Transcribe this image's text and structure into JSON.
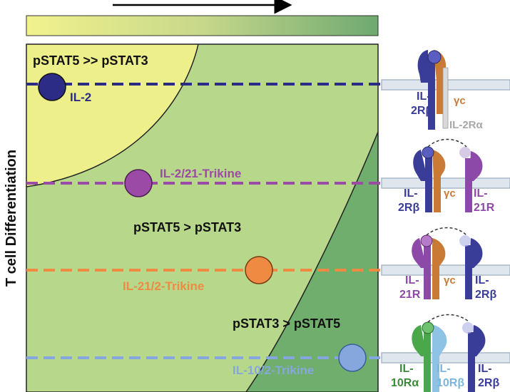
{
  "colors": {
    "zone_light": "#ecef8a",
    "zone_mid": "#b7d88a",
    "zone_dark": "#6fae6c",
    "il2": "#2c2c86",
    "il2_21": "#9b4aa5",
    "il21_2": "#ef8a43",
    "il10_2": "#86a7dd",
    "receptor_blue": "#3a3d97",
    "receptor_orange": "#c97b35",
    "receptor_purple": "#8d49a8",
    "receptor_green": "#4aa84a",
    "receptor_lightblue": "#8ec3e6",
    "receptor_gray": "#bdbdbd",
    "membrane": "#a9b8c8"
  },
  "diagram": {
    "y_axis_label": "T cell Differentiation",
    "zones": {
      "top": "pSTAT5 >> pSTAT3",
      "middle": "pSTAT5 > pSTAT3",
      "bottom": "pSTAT3 > pSTAT5"
    },
    "cytokines": [
      {
        "id": "il2",
        "label": "IL-2"
      },
      {
        "id": "il2_21",
        "label": "IL-2/21-Trikine"
      },
      {
        "id": "il21_2",
        "label": "IL-21/2-Trikine"
      },
      {
        "id": "il10_2",
        "label": "IL-10/2-Trikine"
      }
    ],
    "receptors": {
      "r1": {
        "left": "IL-\n2Rβ",
        "mid": "γc",
        "bottom": "IL-2Rα"
      },
      "r2": {
        "left": "IL-\n2Rβ",
        "mid": "γc",
        "right": "IL-\n21R"
      },
      "r3": {
        "left": "IL-\n21R",
        "mid": "γc",
        "right": "IL-\n2Rβ"
      },
      "r4": {
        "left": "IL-\n10Rα",
        "mid": "IL-\n10Rβ",
        "right": "IL-\n2Rβ"
      }
    }
  }
}
